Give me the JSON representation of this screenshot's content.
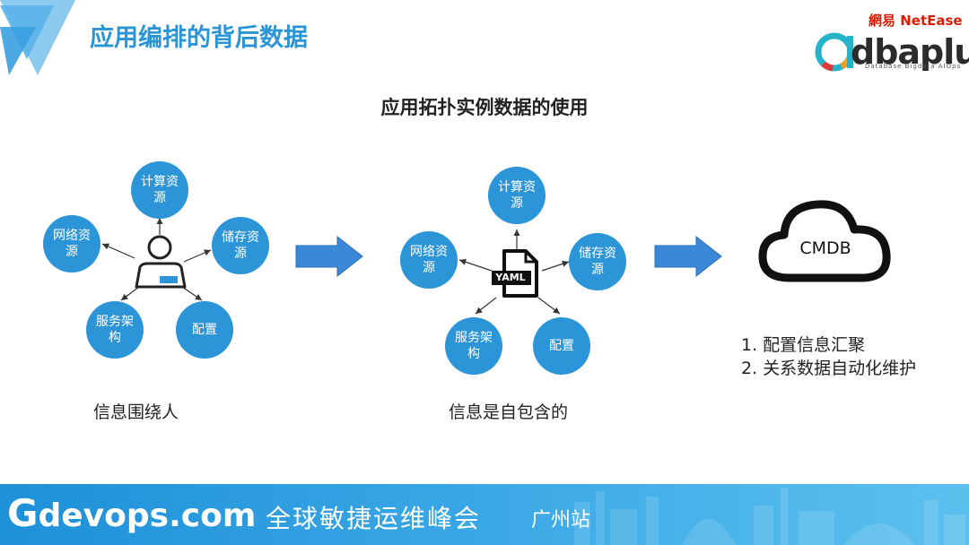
{
  "header": {
    "title": "应用编排的背后数据"
  },
  "logo": {
    "netease": "網易 NetEase",
    "dbaplus_tail": "dbaplus",
    "dbaplus_sub": "Database  Bigdata  AIOps"
  },
  "subtitle": "应用拓扑实例数据的使用",
  "left_diagram": {
    "nodes": {
      "compute": "计算资源",
      "network": "网络资源",
      "storage": "储存资源",
      "service": "服务架构",
      "config": "配置"
    },
    "caption": "信息围绕人"
  },
  "middle_diagram": {
    "file_label": "YAML",
    "nodes": {
      "compute": "计算资源",
      "network": "网络资源",
      "storage": "储存资源",
      "service": "服务架构",
      "config": "配置"
    },
    "caption": "信息是自包含的"
  },
  "right_diagram": {
    "cloud_label": "CMDB",
    "notes": [
      "1. 配置信息汇聚",
      "2. 关系数据自动化维护"
    ]
  },
  "footer": {
    "brand_g": "G",
    "brand_rest": "devops.com",
    "slogan": "全球敏捷运维峰会",
    "city": "广州站"
  },
  "colors": {
    "accent": "#2b95d8",
    "arrow": "#3b87d8",
    "netease_red": "#d81e06"
  }
}
